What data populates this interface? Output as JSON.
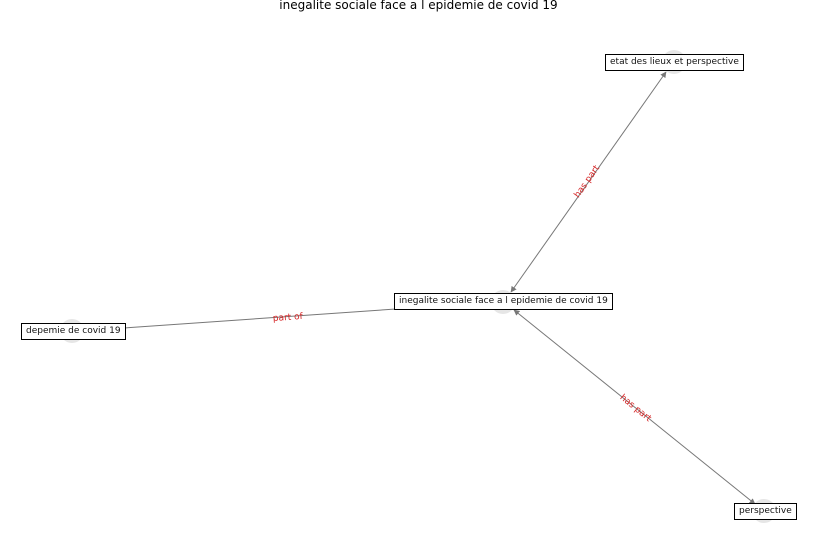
{
  "title": "inegalite sociale face a l epidemie de covid 19",
  "nodes": [
    {
      "id": "center",
      "label": "inegalite sociale face a l epidemie de covid 19"
    },
    {
      "id": "etat",
      "label": "etat des lieux et perspective"
    },
    {
      "id": "depemie",
      "label": "depemie de covid 19"
    },
    {
      "id": "perspective",
      "label": "perspective"
    }
  ],
  "edges": [
    {
      "from": "center",
      "to": "etat",
      "label": "has part"
    },
    {
      "from": "center",
      "to": "depemie",
      "label": "part of"
    },
    {
      "from": "center",
      "to": "perspective",
      "label": "has part"
    }
  ],
  "colors": {
    "edge": "#777777",
    "edge_label": "#d62728",
    "node_circle": "#e6e6e6"
  }
}
